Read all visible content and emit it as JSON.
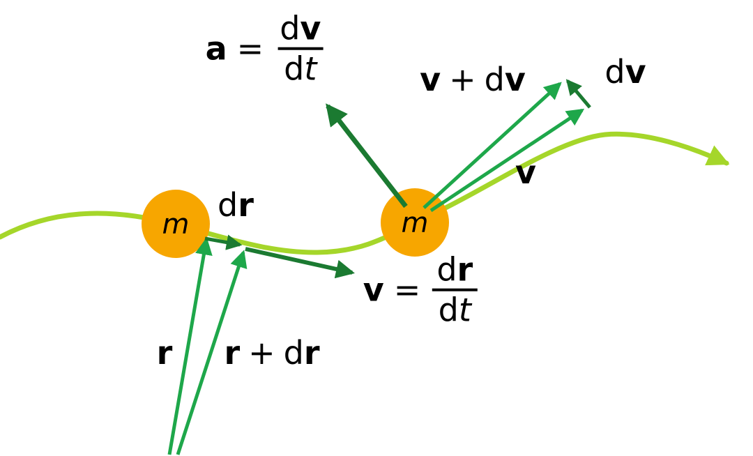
{
  "colors": {
    "curve": "#A5D62A",
    "green": "#1EA74A",
    "dark": "#1B7A31",
    "orange": "#F7A600",
    "ink": "#000000"
  },
  "labels": {
    "mass1": "m",
    "mass2": "m",
    "accel": {
      "sym": "a",
      "eq": "=",
      "num_d": "d",
      "num_vec": "v",
      "den_d": "d",
      "den_var": "t"
    },
    "v_plus_dv": {
      "vec1": "v",
      "op": "+",
      "d": "d",
      "vec2": "v"
    },
    "dv": {
      "d": "d",
      "vec": "v"
    },
    "v": {
      "vec": "v"
    },
    "dr": {
      "d": "d",
      "vec": "r"
    },
    "vel": {
      "sym": "v",
      "eq": "=",
      "num_d": "d",
      "num_vec": "r",
      "den_d": "d",
      "den_var": "t"
    },
    "r": {
      "vec": "r"
    },
    "r_plus_dr": {
      "vec1": "r",
      "op": "+",
      "d": "d",
      "vec2": "r"
    }
  }
}
